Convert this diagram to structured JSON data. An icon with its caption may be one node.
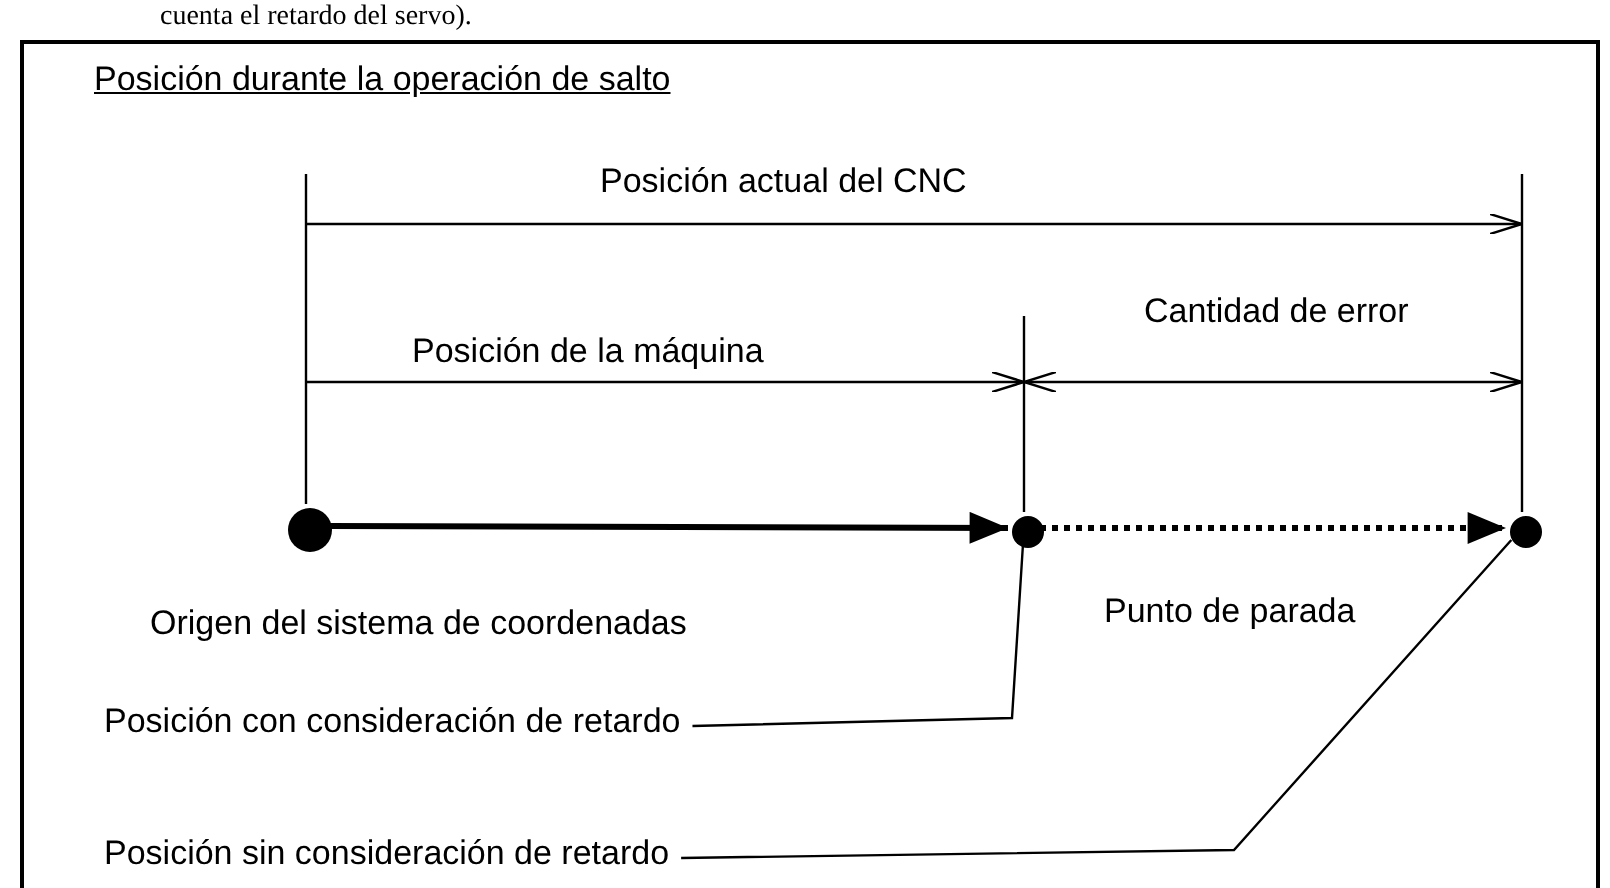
{
  "diagram": {
    "nodes": [
      {
        "text": [
          "Posición durante la operación de salto"
        ]
      },
      {
        "text": [],
        "shape": "circle",
        "in": 0,
        "beside": [
          "Origen del sistema de coordenadas"
        ]
      },
      {
        "text": [],
        "shape": "circle",
        "in": 0
      },
      {
        "text": [],
        "shape": "circle",
        "in": 0
      },
      {
        "text": [
          "Posición con consideración de retardo"
        ],
        "in": 0
      },
      {
        "text": [
          "Posición sin consideración de retardo"
        ],
        "in": 0
      }
    ],
    "edges": [
      {
        "from": 1,
        "to": 2,
        "arrow": "to",
        "style": "thick"
      },
      {
        "from": 2,
        "to": 3,
        "arrow": "to",
        "style": "dashed"
      },
      {
        "from": 4,
        "to": 2,
        "arrow": "none"
      },
      {
        "from": 5,
        "to": 3,
        "arrow": "none"
      }
    ],
    "labels": [
      "cuenta el retardo del servo).",
      "Posición actual del CNC",
      "Cantidad de error",
      "Posición de la máquina",
      "Punto de parada"
    ]
  }
}
